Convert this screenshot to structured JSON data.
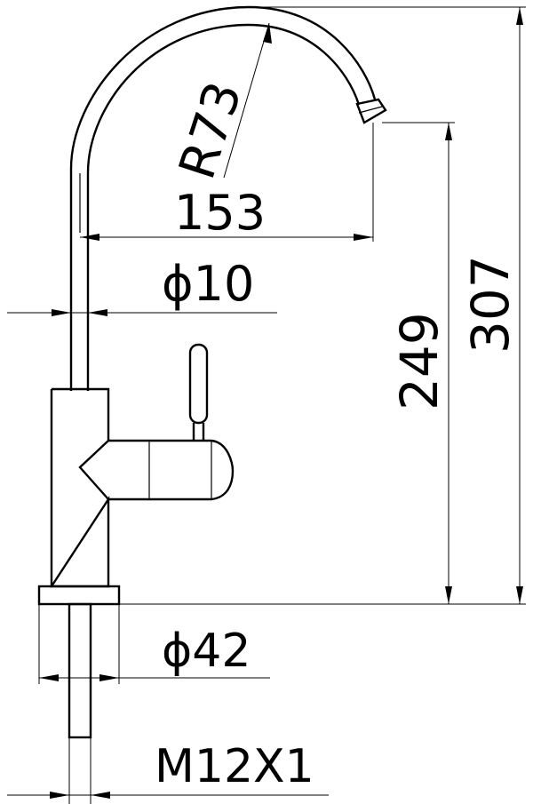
{
  "drawing": {
    "labels": {
      "radius": "R73",
      "reach": "153",
      "tube_diameter": "ϕ10",
      "base_diameter": "ϕ42",
      "thread": "M12X1",
      "spout_height": "249",
      "total_height": "307"
    }
  }
}
